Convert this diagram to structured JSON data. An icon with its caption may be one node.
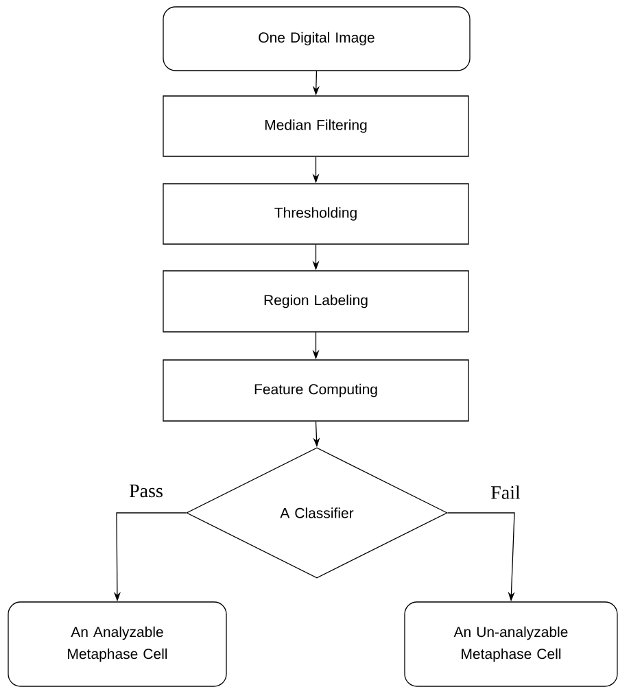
{
  "diagram": {
    "nodes": [
      {
        "text": [
          "One Digital Image"
        ]
      },
      {
        "text": [
          "Median Filtering"
        ]
      },
      {
        "text": [
          "Thresholding"
        ]
      },
      {
        "text": [
          "Region Labeling"
        ]
      },
      {
        "text": [
          "Feature Computing"
        ]
      },
      {
        "text": [
          "A Classifier"
        ]
      },
      {
        "text": [
          "An Analyzable Metaphase Cell"
        ]
      },
      {
        "text": [
          "An Un-analyzable Metaphase Cell"
        ]
      }
    ],
    "edges": [
      {
        "from": 0,
        "to": 1,
        "arrow": "to"
      },
      {
        "from": 1,
        "to": 2,
        "arrow": "to"
      },
      {
        "from": 2,
        "to": 3,
        "arrow": "to"
      },
      {
        "from": 3,
        "to": 4,
        "arrow": "to"
      },
      {
        "from": 4,
        "to": 5,
        "arrow": "to"
      },
      {
        "from": 5,
        "to": 6,
        "arrow": "to",
        "label": "Pass"
      },
      {
        "from": 5,
        "to": 7,
        "arrow": "to",
        "label": "Fail"
      }
    ]
  }
}
